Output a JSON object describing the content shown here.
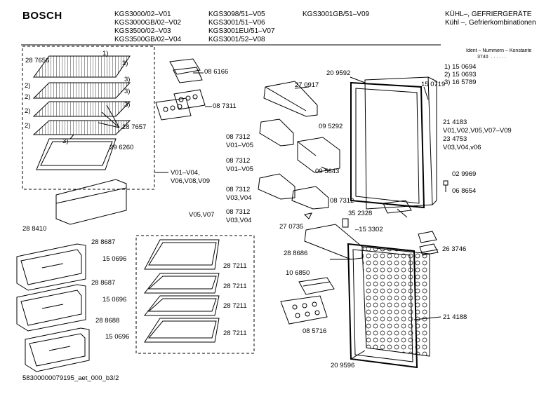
{
  "brand": "BOSCH",
  "models_col1": [
    "KGS3000/02–V01",
    "KGS3000GB/02–V02",
    "KGS3500/02–V03",
    "KGS3500GB/02–V04"
  ],
  "models_col2": [
    "KGS3098/51–V05",
    "KGS3001/51–V06",
    "KGS3001EU/51–V07",
    "KGS3001/52–V08"
  ],
  "models_col3": [
    "KGS3001GB/51–V09"
  ],
  "category": [
    "KÜHL–, GEFRIERGERÄTE",
    "Kühl –, Gefrierkombinationen"
  ],
  "ident": {
    "title": "Ident – Nummern – Konstante",
    "value": "3740",
    "dots": ". . . . . ."
  },
  "notes": [
    "1)  15 0694",
    "2)  15 0693",
    "3)  16 5789"
  ],
  "labels": {
    "l287656": "28 7656",
    "n1": "1)",
    "n3a": "3)",
    "n2a": "2)",
    "n3b": "3)",
    "n2b": "2)",
    "n3c": "3)",
    "n2c": "2)",
    "n3d": "3)",
    "n2d": "2)",
    "n3e": "3)",
    "l287657": "28 7657",
    "l296260": "29 6260",
    "v01v04": "V01–V04,",
    "v06v09": "V06,V08,V09",
    "l288410": "28 8410",
    "l288687a": "28 8687",
    "l150696a": "15 0696",
    "l288687b": "28 8687",
    "l150696b": "15 0696",
    "l288688": "28 8688",
    "l150696c": "15 0696",
    "l086166": "08 6166",
    "l087311": "08 7311",
    "v05v07": "V05,V07",
    "l287211a": "28 7211",
    "l287211b": "28 7211",
    "l287211c": "28 7211",
    "l287211d": "28 7211",
    "l270917": "27 0917",
    "l209592": "20 9592",
    "l150719": "15 0719",
    "l214183": "21 4183",
    "v01v09": "V01,V02,V05,V07–V09",
    "l234753": "23 4753",
    "v03v04v06": "V03,V04,v06",
    "l087312a": "08 7312",
    "v01v05a": "V01–V05",
    "l095292": "09 5292",
    "l087312b": "08 7312",
    "v01v05b": "V01–V05",
    "l095643": "09 5643",
    "l087312c": "08 7312",
    "v03v04a": "V03,V04",
    "l087312d": "08 7312",
    "l029969": "02 9969",
    "l068654": "06 8654",
    "l087312e": "08 7312",
    "v03v04b": "V03,V04",
    "l352328": "35 2328",
    "l270735": "27 0735",
    "l153302": "–15 3302",
    "l263746": "26 3746",
    "l288686": "28 8686",
    "l106850": "10 6850",
    "l214188": "21 4188",
    "l085716": "08 5716",
    "l209596": "20 9596"
  },
  "footer": "58300000079195_aet_000_b3/2"
}
